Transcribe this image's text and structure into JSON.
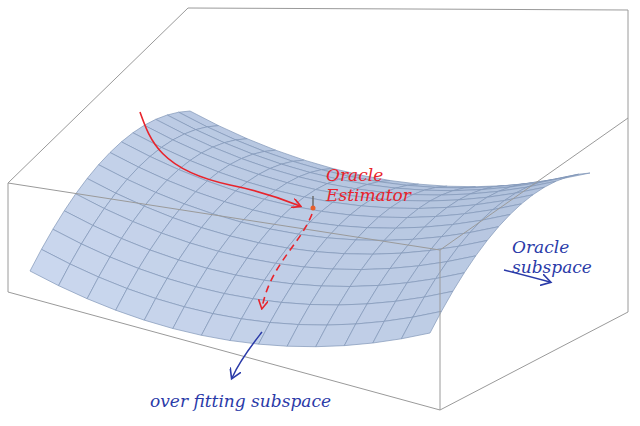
{
  "diagram": {
    "labels": [
      "Oracle Estimator",
      "Oracle subspace",
      "over fitting subspace"
    ]
  }
}
